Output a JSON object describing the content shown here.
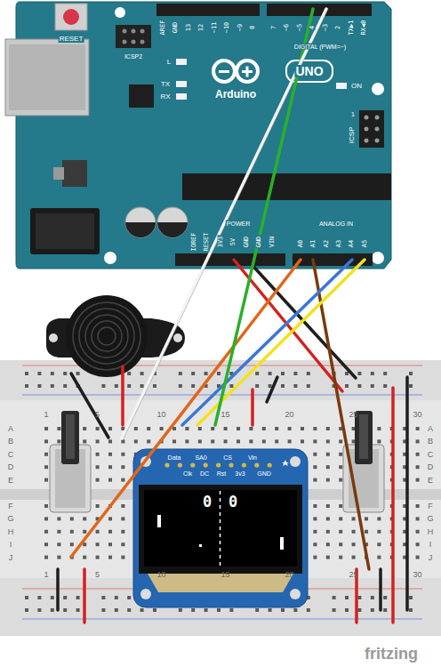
{
  "diagram": {
    "labels": [
      "RESET",
      "ICSP2",
      "AREF",
      "GND",
      "13",
      "12",
      "~11",
      "~10",
      "~9",
      "8",
      "7",
      "~6",
      "~5",
      "4",
      "~3",
      "2",
      "TX▶1",
      "RX◀0",
      "DIGITAL (PWM=~)",
      "L",
      "TX",
      "RX",
      "Arduino",
      "UNO",
      "ON",
      "ICSP",
      "1",
      "IOREF",
      "RESET",
      "3V3",
      "5V",
      "GND",
      "GND",
      "VIN",
      "POWER",
      "ANALOG IN",
      "A0",
      "A1",
      "A2",
      "A3",
      "A4",
      "A5",
      "1",
      "5",
      "10",
      "15",
      "20",
      "25",
      "30",
      "A",
      "B",
      "C",
      "D",
      "E",
      "F",
      "G",
      "H",
      "I",
      "J",
      "A",
      "B",
      "C",
      "D",
      "E",
      "F",
      "G",
      "H",
      "I",
      "J",
      "1",
      "5",
      "10",
      "15",
      "20",
      "25",
      "30",
      "Data",
      "SA0",
      "CS",
      "Vin",
      "Clk",
      "DC",
      "Rst",
      "3v3",
      "GND",
      "0",
      "0",
      "fritzing"
    ]
  }
}
